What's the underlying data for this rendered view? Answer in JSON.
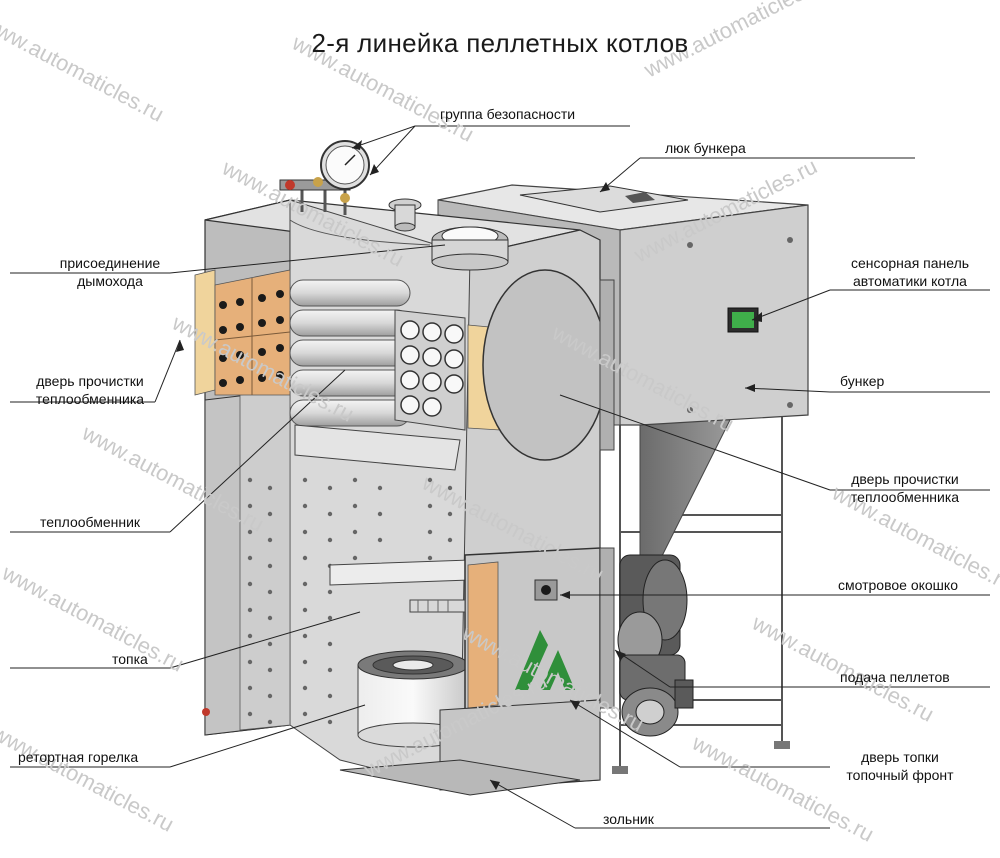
{
  "title": "2-я линейка пеллетных котлов",
  "watermark": "www.automaticles.ru",
  "labels": {
    "safety_group": "группа безопасности",
    "bunker_hatch": "люк бункера",
    "chimney_1": "присоединение",
    "chimney_2": "дымохода",
    "touch_panel_1": "сенсорная панель",
    "touch_panel_2": "автоматики котла",
    "hx_door_left_1": "дверь прочистки",
    "hx_door_left_2": "теплообменника",
    "bunker": "бункер",
    "hx_door_right_1": "дверь прочистки",
    "hx_door_right_2": "теплообменника",
    "heat_exchanger": "теплообменник",
    "sight_window": "смотровое окошко",
    "firebox": "топка",
    "pellet_feed": "подача пеллетов",
    "retort_burner": "ретортная горелка",
    "firebox_door_1": "дверь топки",
    "firebox_door_2": "топочный фронт",
    "ash_pan": "зольник"
  },
  "colors": {
    "body": "#c9c9c9",
    "body_dark": "#a8a8a8",
    "body_light": "#e2e2e2",
    "insulation": "#e6b07a",
    "insulation_side": "#f0d49c",
    "logo": "#2f8f3a",
    "panel_screen": "#3fae4a",
    "line": "#222222"
  }
}
